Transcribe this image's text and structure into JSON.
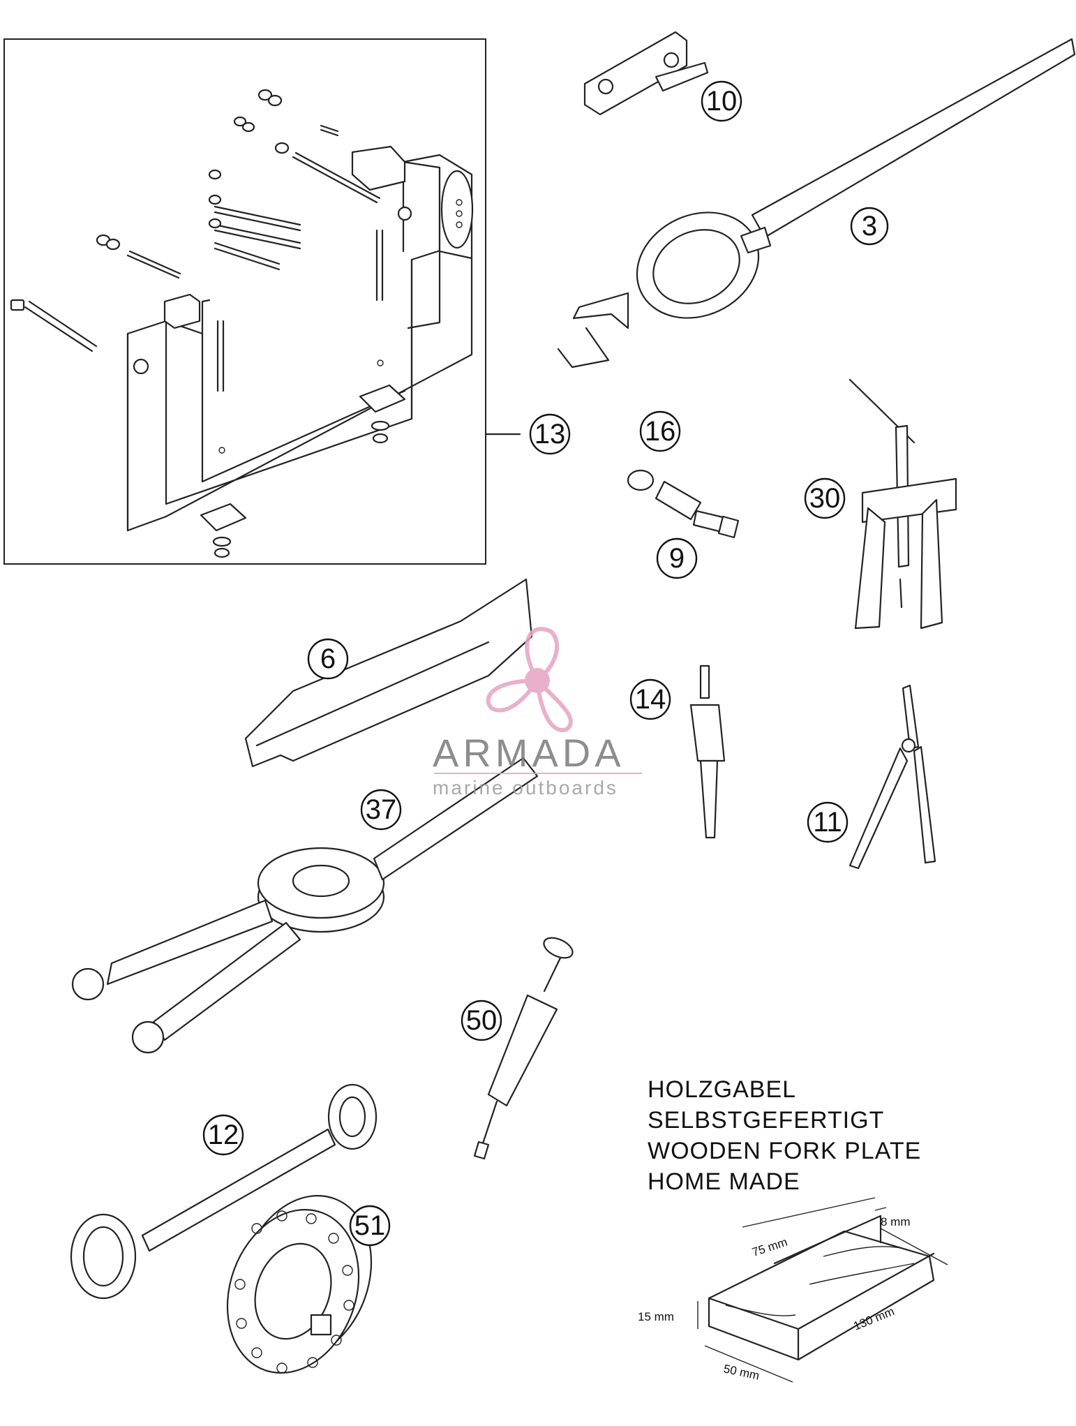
{
  "callouts": {
    "c10": "10",
    "c3": "3",
    "c13": "13",
    "c16": "16",
    "c9": "9",
    "c30": "30",
    "c6": "6",
    "c14": "14",
    "c37": "37",
    "c11": "11",
    "c50": "50",
    "c12": "12",
    "c51": "51"
  },
  "note": {
    "line1": "HOLZGABEL",
    "line2": "SELBSTGEFERTIGT",
    "line3": "WOODEN FORK PLATE",
    "line4": "HOME MADE"
  },
  "dimensions": {
    "d8": "8 mm",
    "d75": "75 mm",
    "d15": "15 mm",
    "d130": "130 mm",
    "d50": "50 mm"
  },
  "watermark": {
    "name": "ARMADA",
    "tagline": "marine outboards",
    "accent_color": "#e6a3c4",
    "icon": "propeller-icon"
  }
}
